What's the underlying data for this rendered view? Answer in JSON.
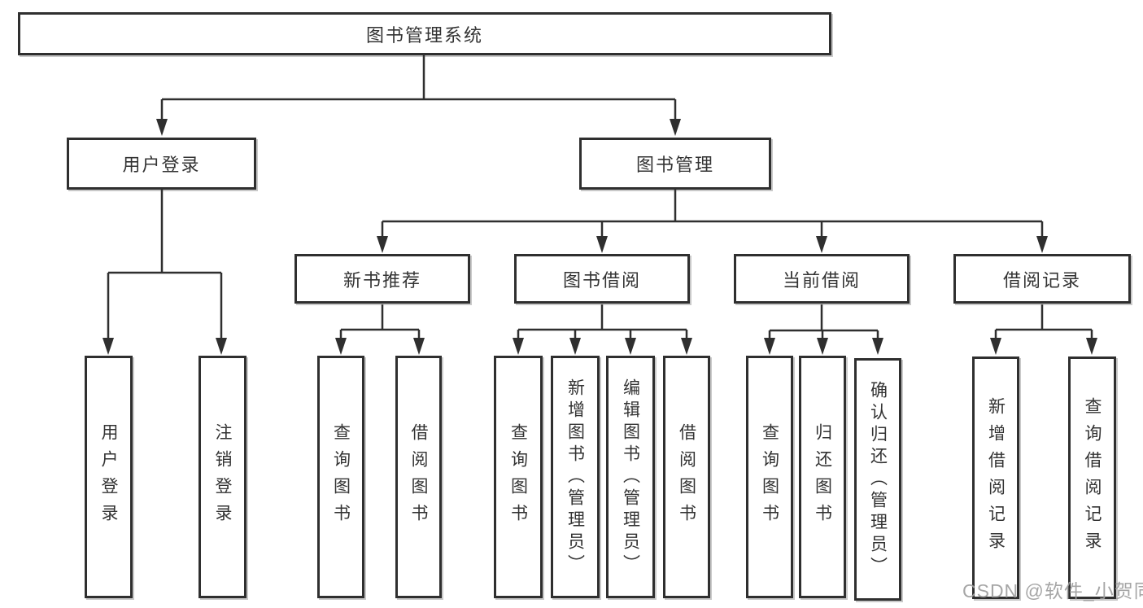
{
  "diagram": {
    "title": "图书管理系统",
    "tree": {
      "label": "图书管理系统",
      "children": [
        {
          "label": "用户登录",
          "children": [
            {
              "label": "用户登录"
            },
            {
              "label": "注销登录"
            }
          ]
        },
        {
          "label": "图书管理",
          "children": [
            {
              "label": "新书推荐",
              "children": [
                {
                  "label": "查询图书"
                },
                {
                  "label": "借阅图书"
                }
              ]
            },
            {
              "label": "图书借阅",
              "children": [
                {
                  "label": "查询图书"
                },
                {
                  "label": "新增图书（管理员）"
                },
                {
                  "label": "编辑图书（管理员）"
                },
                {
                  "label": "借阅图书"
                }
              ]
            },
            {
              "label": "当前借阅",
              "children": [
                {
                  "label": "查询图书"
                },
                {
                  "label": "归还图书"
                },
                {
                  "label": "确认归还（管理员）"
                }
              ]
            },
            {
              "label": "借阅记录",
              "children": [
                {
                  "label": "新增借阅记录"
                },
                {
                  "label": "查询借阅记录"
                }
              ]
            }
          ]
        }
      ]
    }
  },
  "watermark": {
    "text": "CSDN @软件_小贺同学"
  },
  "colors": {
    "line": "#2f2f2f",
    "box_border": "#2f2f2f",
    "text": "#333333",
    "background": "#ffffff",
    "watermark": "#9e9e9e"
  }
}
